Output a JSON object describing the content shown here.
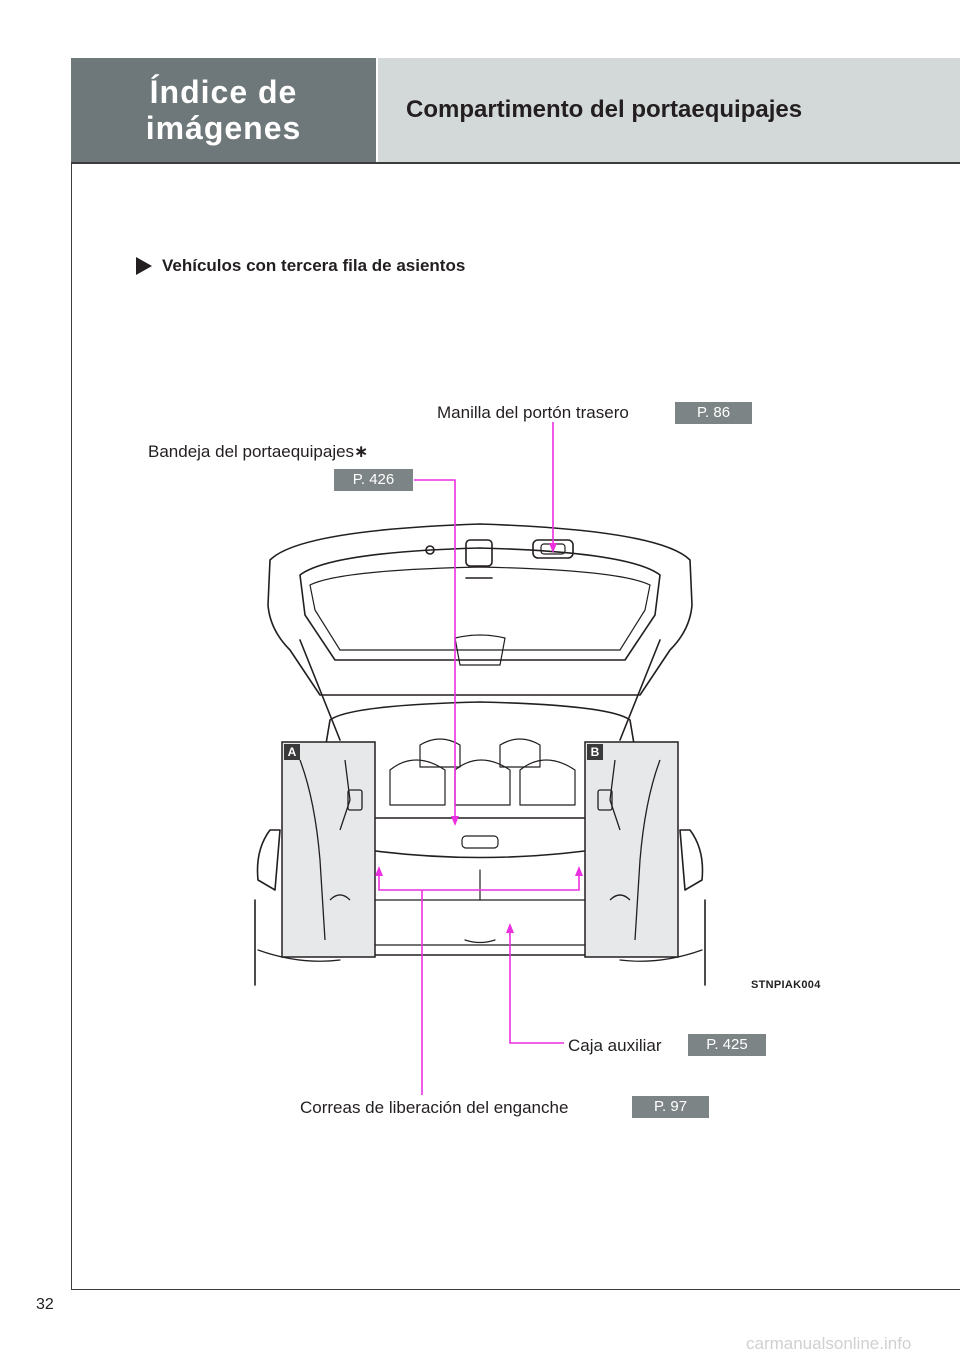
{
  "header": {
    "section_title": "Índice de imágenes",
    "page_title": "Compartimento del portaequipajes"
  },
  "section_heading": "Vehículos con tercera fila de asientos",
  "callouts": {
    "tailgate_handle": {
      "label": "Manilla del portón trasero",
      "page": "P. 86"
    },
    "tonneau_cover": {
      "label": "Bandeja del portaequipajes",
      "marker": "∗",
      "page": "P. 426"
    },
    "aux_box": {
      "label": "Caja auxiliar",
      "page": "P. 425"
    },
    "release_straps": {
      "label": "Correas de liberación del enganche",
      "page": "P. 97"
    }
  },
  "insets": {
    "left": "A",
    "right": "B"
  },
  "illustration_code": "STNPIAK004",
  "page_number": "32",
  "watermark": "carmanualsonline.info",
  "colors": {
    "header_dark": "#6e7779",
    "header_light": "#d3d8d9",
    "tag_bg": "#7d8486",
    "leader_line": "#ec2fe0"
  }
}
